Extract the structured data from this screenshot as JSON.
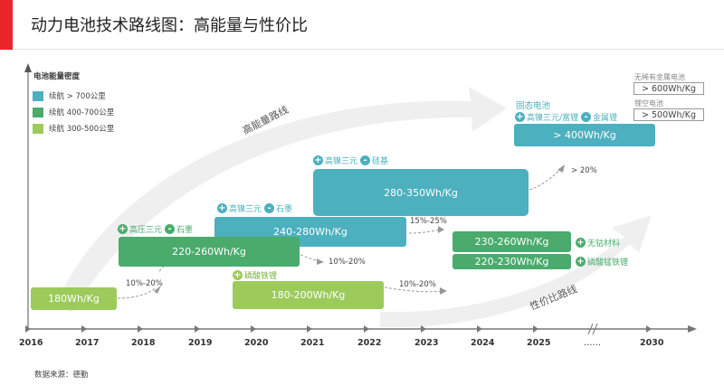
{
  "title": "动力电池技术路线图：高能量与性价比",
  "y_axis_label": "电池能量密度",
  "legend": [
    {
      "label": "续航 > 700公里",
      "color": "#4cb0be"
    },
    {
      "label": "续航 400-700公里",
      "color": "#4aab6d"
    },
    {
      "label": "续航 300-500公里",
      "color": "#9ccb5c"
    }
  ],
  "arrow_labels": {
    "high_energy": "高能量路线",
    "cost": "性价比路线"
  },
  "years": [
    "2016",
    "2017",
    "2018",
    "2019",
    "2020",
    "2021",
    "2022",
    "2023",
    "2024",
    "2025",
    "……",
    "2030"
  ],
  "boxes": {
    "b180": "180Wh/Kg",
    "b220": "220-260Wh/Kg",
    "b240": "240-280Wh/Kg",
    "b280": "280-350Wh/Kg",
    "b180_200": "180-200Wh/Kg",
    "b400": "> 400Wh/Kg",
    "b230_260": "230-260Wh/Kg",
    "b220_230": "220-230Wh/Kg"
  },
  "tags": {
    "t2018_a": "高压三元",
    "t2018_b": "石墨",
    "t2020_a": "高镍三元",
    "t2020_b": "石墨",
    "t2021_a": "高镍三元",
    "t2021_b": "硅基",
    "t2020_lfp": "磷酸铁锂",
    "solid_state": "固态电池",
    "t2025_a": "高镍三元/富锂",
    "t2025_b": "金属锂",
    "cobalt_free": "无钴材料",
    "lmfp": "磷酸锰铁锂"
  },
  "growth": {
    "g1": "10%-20%",
    "g2": "10%-20%",
    "g3": "15%-25%",
    "g4": "> 20%",
    "g5": "10%-20%"
  },
  "future": {
    "no_rare_label": "无稀有金属电池",
    "no_rare_value": "> 600Wh/Kg",
    "lithium_air_label": "锂空电池",
    "lithium_air_value": "> 500Wh/Kg"
  },
  "source": "数据来源：德勤"
}
